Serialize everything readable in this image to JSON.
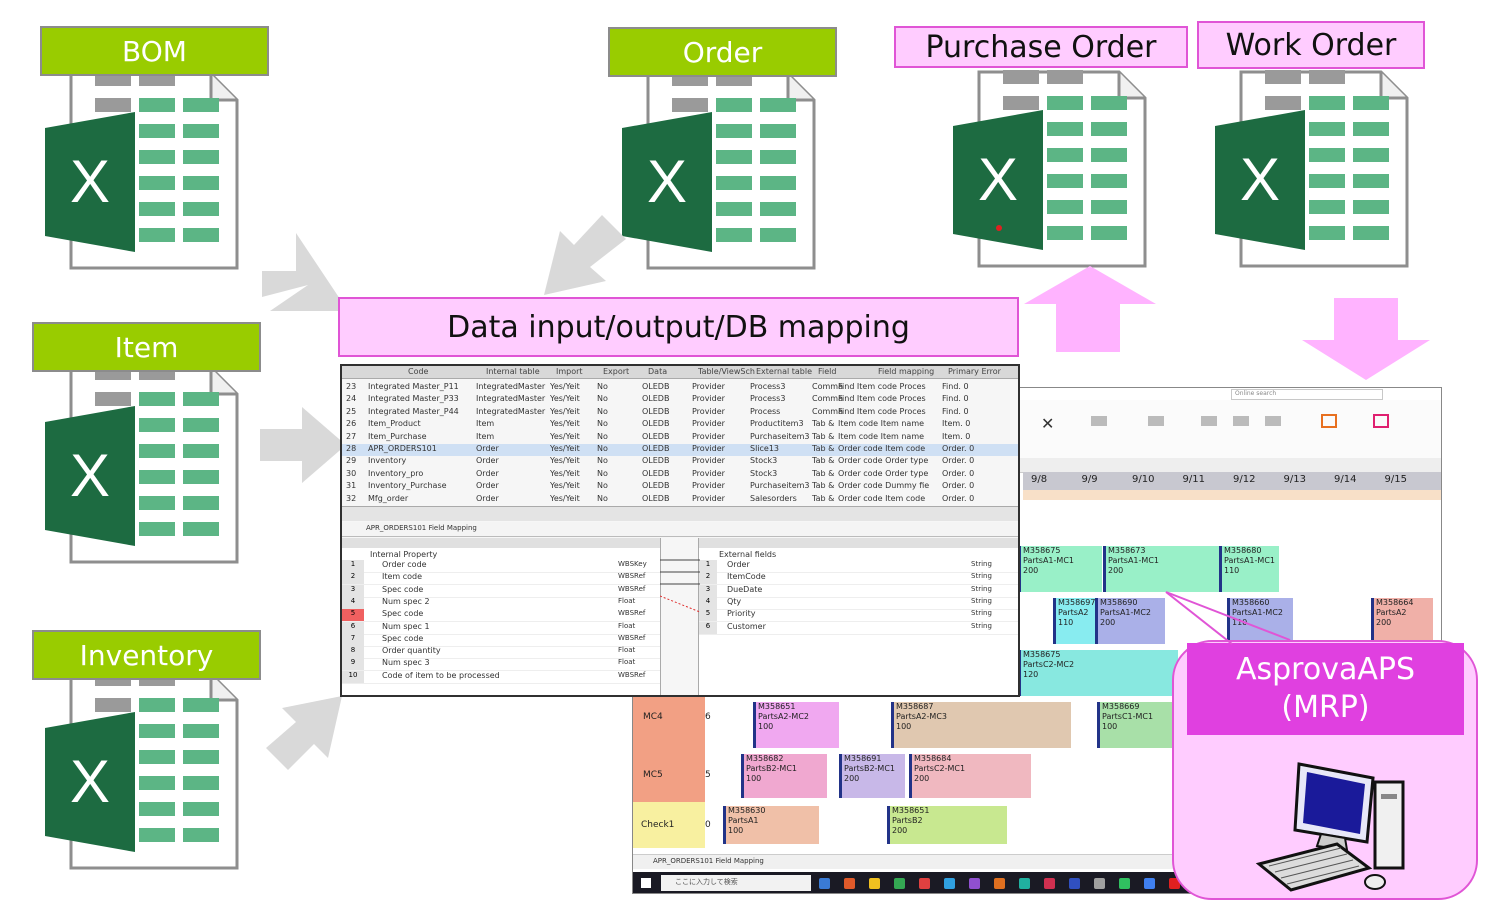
{
  "labels": {
    "bom": "BOM",
    "order": "Order",
    "purchase_order": "Purchase Order",
    "work_order": "Work Order",
    "item": "Item",
    "inventory": "Inventory",
    "data_mapping": "Data input/output/DB mapping",
    "asprova_line1": "AsprovaAPS",
    "asprova_line2": "(MRP)"
  },
  "excel_icon": {
    "glyph": "X",
    "icon": "excel-file-icon"
  },
  "colors": {
    "green": "#99cc00",
    "pink_fill": "#ffccff",
    "pink_border": "#e055d6",
    "magenta": "#e040e0",
    "excel_dark": "#1d6b41",
    "excel_light": "#5cb585",
    "arrow_gray": "#d9d9d9",
    "arrow_pink": "#ffb3ff"
  },
  "mapping_window": {
    "headers": [
      "Code",
      "Internal table",
      "Import",
      "Export",
      "Data",
      "Table/ViewSch",
      "External table",
      "Field",
      "Field mapping",
      "Primary Error"
    ],
    "rows": [
      [
        "23",
        "Integrated Master_P11",
        "IntegratedMaster",
        "Yes/Yeit",
        "No",
        "OLEDB",
        "Provider",
        "Process3",
        "Comma",
        "Find Item code Proces",
        "Find. 0"
      ],
      [
        "24",
        "Integrated Master_P33",
        "IntegratedMaster",
        "Yes/Yeit",
        "No",
        "OLEDB",
        "Provider",
        "Process3",
        "Comma",
        "Find Item code Proces",
        "Find. 0"
      ],
      [
        "25",
        "Integrated Master_P44",
        "IntegratedMaster",
        "Yes/Yeit",
        "No",
        "OLEDB",
        "Provider",
        "Process",
        "Comma",
        "Find Item code Proces",
        "Find. 0"
      ],
      [
        "26",
        "Item_Product",
        "Item",
        "Yes/Yeit",
        "No",
        "OLEDB",
        "Provider",
        "Productitem3",
        "Tab &",
        "Item code Item name",
        "Item. 0"
      ],
      [
        "27",
        "Item_Purchase",
        "Item",
        "Yes/Yeit",
        "No",
        "OLEDB",
        "Provider",
        "Purchaseitem3",
        "Tab &",
        "Item code Item name",
        "Item. 0"
      ],
      [
        "28",
        "APR_ORDERS101",
        "Order",
        "Yes/Yeit",
        "No",
        "OLEDB",
        "Provider",
        "Slice13",
        "Tab &",
        "Order code Item code",
        "Order. 0"
      ],
      [
        "29",
        "Inventory",
        "Order",
        "Yes/Yeit",
        "No",
        "OLEDB",
        "Provider",
        "Stock3",
        "Tab &",
        "Order code Order type",
        "Order. 0"
      ],
      [
        "30",
        "Inventory_pro",
        "Order",
        "Yes/Yeit",
        "No",
        "OLEDB",
        "Provider",
        "Stock3",
        "Tab &",
        "Order code Order type",
        "Order. 0"
      ],
      [
        "31",
        "Inventory_Purchase",
        "Order",
        "Yes/Yeit",
        "No",
        "OLEDB",
        "Provider",
        "Purchaseitem3",
        "Tab &",
        "Order code Dummy fie",
        "Order. 0"
      ],
      [
        "32",
        "Mfg_order",
        "Order",
        "Yes/Yeit",
        "No",
        "OLEDB",
        "Provider",
        "Salesorders",
        "Tab &",
        "Order code Item code",
        "Order. 0"
      ]
    ],
    "tab_caption": "APR_ORDERS101 Field Mapping",
    "left_header": "Internal Property",
    "left_fields": [
      "Order code",
      "Item code",
      "Spec code",
      "Num spec 2",
      "Spec code",
      "Num spec 1",
      "Spec code",
      "Order quantity",
      "Num spec 3",
      "Code of item to be processed"
    ],
    "left_types": [
      "WBSKey",
      "WBSRef",
      "WBSRef",
      "Float",
      "WBSRef",
      "Float",
      "WBSRef",
      "Float",
      "Float",
      "WBSRef"
    ],
    "right_header": "External fields",
    "right_fields": [
      "Order",
      "ItemCode",
      "DueDate",
      "Qty",
      "Priority",
      "Customer"
    ],
    "right_types": [
      "String",
      "String",
      "String",
      "String",
      "String",
      "String"
    ]
  },
  "gantt_window": {
    "search_placeholder": "Online search",
    "dates": [
      "9/8",
      "9/9",
      "9/10",
      "9/11",
      "9/12",
      "9/13",
      "9/14",
      "9/15"
    ],
    "resources": [
      "MC4",
      "MC5",
      "Check1"
    ],
    "resource_counts": [
      "6",
      "5",
      "0"
    ],
    "tab_caption": "APR_ORDERS101 Field Mapping",
    "taskbar_search": "ここに入力して検索",
    "tasks": [
      {
        "id": "M358675",
        "text": "PartsA1-MC1",
        "qty": "200",
        "color": "#99f0c8"
      },
      {
        "id": "M358673",
        "text": "PartsA1-MC1",
        "qty": "200",
        "color": "#99f0c8"
      },
      {
        "id": "M358680",
        "text": "PartsA1-MC1",
        "qty": "110",
        "color": "#99f0c8"
      },
      {
        "id": "M358697",
        "text": "PartsA2",
        "qty": "110",
        "color": "#88ecf0"
      },
      {
        "id": "M358690",
        "text": "PartsA1-MC2",
        "qty": "200",
        "color": "#aab0e8"
      },
      {
        "id": "M358660",
        "text": "PartsA1-MC2",
        "qty": "110",
        "color": "#aab0e8"
      },
      {
        "id": "M358664",
        "text": "PartsA2",
        "qty": "200",
        "color": "#f0b0a8"
      },
      {
        "id": "M358675",
        "text": "PartsC2-MC2",
        "qty": "120",
        "color": "#88e8e0"
      },
      {
        "id": "M358651",
        "text": "PartsA2-MC2",
        "qty": "100",
        "color": "#f0a8f0"
      },
      {
        "id": "M358687",
        "text": "PartsA2-MC3",
        "qty": "100",
        "color": "#e0c8b0"
      },
      {
        "id": "M358669",
        "text": "PartsC1-MC1",
        "qty": "100",
        "color": "#a8e0a8"
      },
      {
        "id": "M358682",
        "text": "PartsB2-MC1",
        "qty": "100",
        "color": "#f0a8d0"
      },
      {
        "id": "M358691",
        "text": "PartsB2-MC1",
        "qty": "200",
        "color": "#c8b8e8"
      },
      {
        "id": "M358684",
        "text": "PartsC2-MC1",
        "qty": "200",
        "color": "#f0b8c0"
      },
      {
        "id": "M358630",
        "text": "PartsA1",
        "qty": "100",
        "color": "#f0c0a8"
      },
      {
        "id": "M358651",
        "text": "PartsB2",
        "qty": "200",
        "color": "#c8e890"
      }
    ]
  }
}
